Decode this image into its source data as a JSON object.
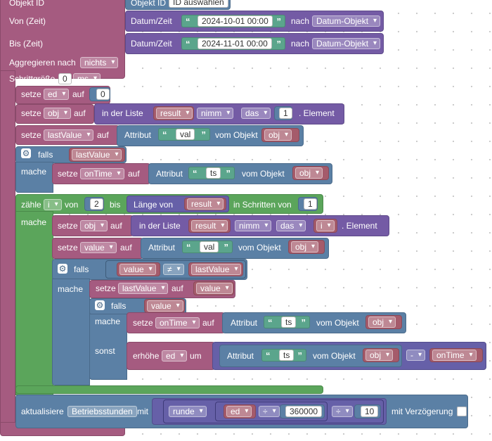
{
  "top": {
    "objekt_id_label": "Objekt ID",
    "objekt_id_value": "ID auswählen",
    "von_label": "Von (Zeit)",
    "bis_label": "Bis (Zeit)",
    "datum_zeit": "Datum/Zeit",
    "von_value": "2024-10-01 00:00",
    "bis_value": "2024-11-01 00:00",
    "nach": "nach",
    "datum_objekt": "Datum-Objekt",
    "aggregieren_label": "Aggregieren nach",
    "aggregieren_value": "nichts",
    "schriftgroesse_label": "Schrittgröße",
    "schriftgroesse_value": "0",
    "unit": "ms"
  },
  "kw": {
    "setze": "setze",
    "auf": "auf",
    "in_der_liste": "in der Liste",
    "nimm": "nimm",
    "das": "das",
    "element": ". Element",
    "attribut": "Attribut",
    "vom_objekt": "vom Objekt",
    "falls": "falls",
    "mache": "mache",
    "sonst": "sonst",
    "zaehle": "zähle",
    "von": "von",
    "bis": "bis",
    "laenge_von": "Länge von",
    "in_schritten_von": "in Schritten von",
    "erhoehe": "erhöhe",
    "um": "um",
    "aktualisiere": "aktualisiere",
    "mit": "mit",
    "runde": "runde",
    "mit_verzoegerung": "mit Verzögerung"
  },
  "vars": {
    "ed": "ed",
    "obj": "obj",
    "result": "result",
    "lastValue": "lastValue",
    "onTime": "onTime",
    "i": "i",
    "value": "value"
  },
  "strings": {
    "val": "val",
    "ts": "ts"
  },
  "nums": {
    "zero": "0",
    "one": "1",
    "two": "2",
    "n360000": "360000",
    "ten": "10"
  },
  "ops": {
    "neq": "≠",
    "div": "÷",
    "minus": "-"
  },
  "update_target": "Betriebsstunden",
  "colors": {
    "procedure": "#a55b80",
    "logic": "#5b80a5",
    "loop": "#5ba55b",
    "list": "#745ba5",
    "math": "#5b67a5",
    "text": "#5ba58c"
  }
}
